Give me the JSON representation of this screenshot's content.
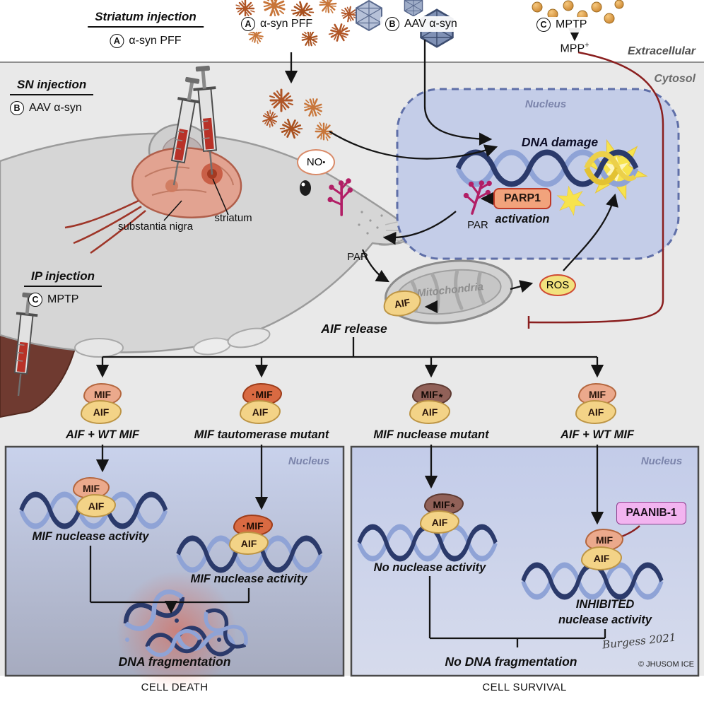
{
  "regions": {
    "extracellular": "Extracellular",
    "cytosol": "Cytosol",
    "nucleus": "Nucleus"
  },
  "injections": {
    "striatum": {
      "title": "Striatum injection",
      "badge": "A",
      "label": "α-syn PFF"
    },
    "sn": {
      "title": "SN injection",
      "badge": "B",
      "label": "AAV α-syn"
    },
    "ip": {
      "title": "IP injection",
      "badge": "C",
      "label": "MPTP"
    }
  },
  "inputs": {
    "pff": {
      "badge": "A",
      "label": "α-syn PFF"
    },
    "aav": {
      "badge": "B",
      "label": "AAV α-syn"
    },
    "mptp": {
      "badge": "C",
      "label": "MPTP",
      "metabolite": "MPP",
      "metabolite_sup": "+"
    }
  },
  "anatomy": {
    "substantia_nigra": "substantia nigra",
    "striatum": "striatum"
  },
  "pathway": {
    "dna_damage": "DNA damage",
    "parp1": "PARP1",
    "activation": "activation",
    "par_nuclear": "PAR",
    "par_cytosolic": "PAR",
    "no": "NO",
    "no_sup": "•",
    "mitochondria": "Mitochondria",
    "ros": "ROS",
    "aif": "AIF",
    "aif_release": "AIF release"
  },
  "branches": [
    {
      "mif": "MIF",
      "aif": "AIF",
      "label": "AIF + WT MIF"
    },
    {
      "mif_prefix": "▪",
      "mif": "MIF",
      "aif": "AIF",
      "label": "MIF tautomerase mutant"
    },
    {
      "mif": "MIF",
      "mif_sup": "*",
      "aif": "AIF",
      "label": "MIF nuclease mutant"
    },
    {
      "mif": "MIF",
      "aif": "AIF",
      "label": "AIF + WT MIF"
    }
  ],
  "death_panel": {
    "nucleus": "Nucleus",
    "pair1": {
      "mif": "MIF",
      "aif": "AIF"
    },
    "activity1": "MIF nuclease activity",
    "pair2": {
      "mif_prefix": "▪",
      "mif": "MIF",
      "aif": "AIF"
    },
    "activity2": "MIF nuclease activity",
    "fragmentation": "DNA fragmentation",
    "outcome": "CELL DEATH"
  },
  "survival_panel": {
    "nucleus": "Nucleus",
    "pair1": {
      "mif": "MIF",
      "mif_sup": "*",
      "aif": "AIF"
    },
    "no_activity": "No nuclease activity",
    "inhibitor": "PAANIB-1",
    "pair2": {
      "mif": "MIF",
      "aif": "AIF"
    },
    "inhibited_line1": "INHIBITED",
    "inhibited_line2": "nuclease activity",
    "no_fragmentation": "No DNA fragmentation",
    "outcome": "CELL SURVIVAL"
  },
  "credits": {
    "signature": "Burgess 2021",
    "org": "© JHUSOM ICE"
  },
  "colors": {
    "mif": "#eba98c",
    "mif_tautomerase_mutant": "#d96a42",
    "mif_nuclease_mutant": "#916158",
    "aif": "#f3d387",
    "parp1_box": "#f2a37c",
    "ros": "#f2e27e",
    "paanib": "#f2b4f0",
    "inhibition_red": "#8a1f1f",
    "nucleus_fill": "#c4cde8",
    "dna_dark": "#2b3a6b",
    "dna_light": "#8fa3d6",
    "par_magenta": "#b21f66",
    "damage_yellow": "#f7e34d"
  }
}
